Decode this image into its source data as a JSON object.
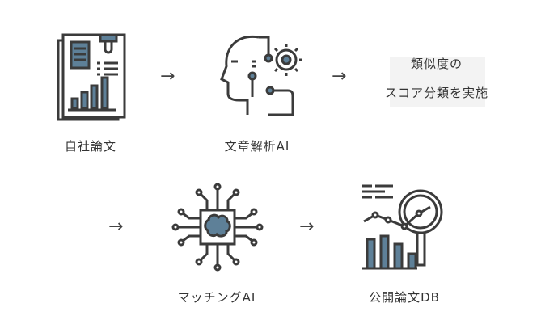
{
  "colors": {
    "stroke": "#3b3b3b",
    "accent": "#5e8098"
  },
  "steps": [
    {
      "label": "自社論文",
      "icon": "document-chart-icon"
    },
    {
      "label": "文章解析AI",
      "icon": "ai-head-gear-icon"
    },
    {
      "label_line1": "類似度の",
      "label_line2": "スコア分類を実施"
    },
    {
      "label": "マッチングAI",
      "icon": "brain-chip-icon"
    },
    {
      "label": "公開論文DB",
      "icon": "analytics-magnifier-icon"
    }
  ],
  "arrow": "→"
}
